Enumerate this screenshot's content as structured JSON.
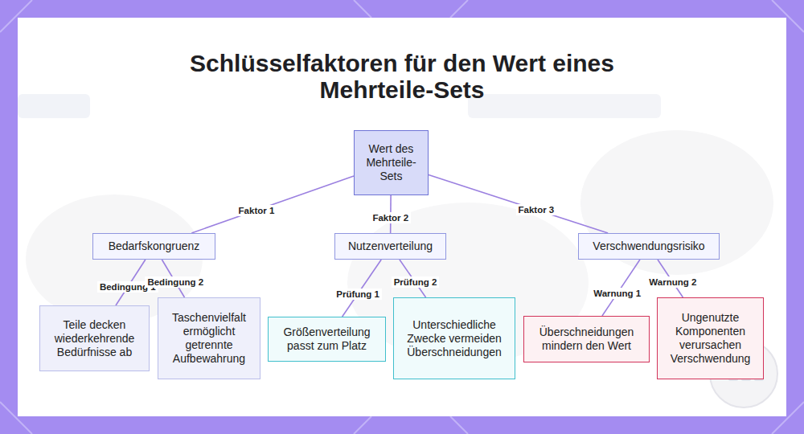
{
  "diagram": {
    "title": "Schlüsselfaktoren für den Wert eines Mehrteile-Sets",
    "nodes": [
      {
        "text": [
          "Wert des Mehrteile-Sets"
        ]
      },
      {
        "text": [
          "Bedarfskongruenz"
        ]
      },
      {
        "text": [
          "Nutzenverteilung"
        ]
      },
      {
        "text": [
          "Verschwendungsrisiko"
        ]
      },
      {
        "text": [
          "Teile decken wiederkehrende Bedürfnisse ab"
        ]
      },
      {
        "text": [
          "Taschenvielfalt ermöglicht getrennte Aufbewahrung"
        ]
      },
      {
        "text": [
          "Größenverteilung passt zum Platz"
        ]
      },
      {
        "text": [
          "Unterschiedliche Zwecke vermeiden Überschneidungen"
        ]
      },
      {
        "text": [
          "Überschneidungen mindern den Wert"
        ]
      },
      {
        "text": [
          "Ungenutzte Komponenten verursachen Verschwendung"
        ]
      }
    ],
    "edges": [
      {
        "from": 0,
        "to": 1,
        "label": "Faktor 1",
        "arrow": "none"
      },
      {
        "from": 0,
        "to": 2,
        "label": "Faktor 2",
        "arrow": "none"
      },
      {
        "from": 0,
        "to": 3,
        "label": "Faktor 3",
        "arrow": "none"
      },
      {
        "from": 1,
        "to": 4,
        "label": "Bedingung 1",
        "arrow": "none"
      },
      {
        "from": 1,
        "to": 5,
        "label": "Bedingung 2",
        "arrow": "none"
      },
      {
        "from": 2,
        "to": 6,
        "label": "Prüfung 1",
        "arrow": "none"
      },
      {
        "from": 2,
        "to": 7,
        "label": "Prüfung 2",
        "arrow": "none"
      },
      {
        "from": 3,
        "to": 8,
        "label": "Warnung 1",
        "arrow": "none"
      },
      {
        "from": 3,
        "to": 9,
        "label": "Warnung 2",
        "arrow": "none"
      }
    ]
  }
}
